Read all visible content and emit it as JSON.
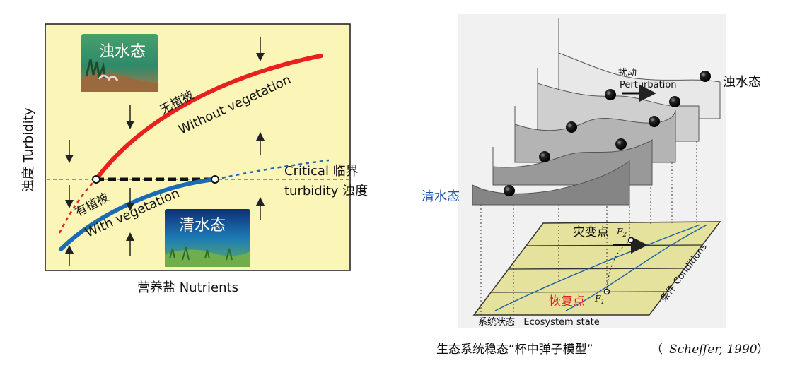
{
  "left": {
    "y_label": "浊度 Turbidity",
    "x_label": "营养盐 Nutrients",
    "turbid_state": "浊水态",
    "clear_state": "清水态",
    "no_veg_cn": "无植被",
    "no_veg_en": "Without vegetation",
    "veg_cn": "有植被",
    "veg_en": "With vegetation",
    "critical_line1": "Critical 临界",
    "critical_line2": "turbidity 浊度"
  },
  "right": {
    "turbid_state": "浊水态",
    "clear_state": "清水态",
    "perturbation_cn": "扰动",
    "perturbation_en": "Perturbation",
    "catastrophe_point": "灾变点",
    "f2": "F",
    "f2_sub": "2",
    "recovery_point": "恢复点",
    "f1": "F",
    "f1_sub": "1",
    "conditions": "条件 Conditions",
    "ecosystem_state": "系统状态   Ecosystem state"
  },
  "caption": {
    "main": "生态系统稳态“杯中弹子模型”",
    "open": "（",
    "ref": "Scheffer, 1990",
    "close": "）"
  },
  "colors": {
    "panel_bg": "#fbf5b7",
    "red_curve": "#e8211f",
    "blue_curve": "#1b6ab5",
    "clear_label": "#1a57b0",
    "recovery_label": "#e02020",
    "base_plane": "#e4e29c"
  }
}
